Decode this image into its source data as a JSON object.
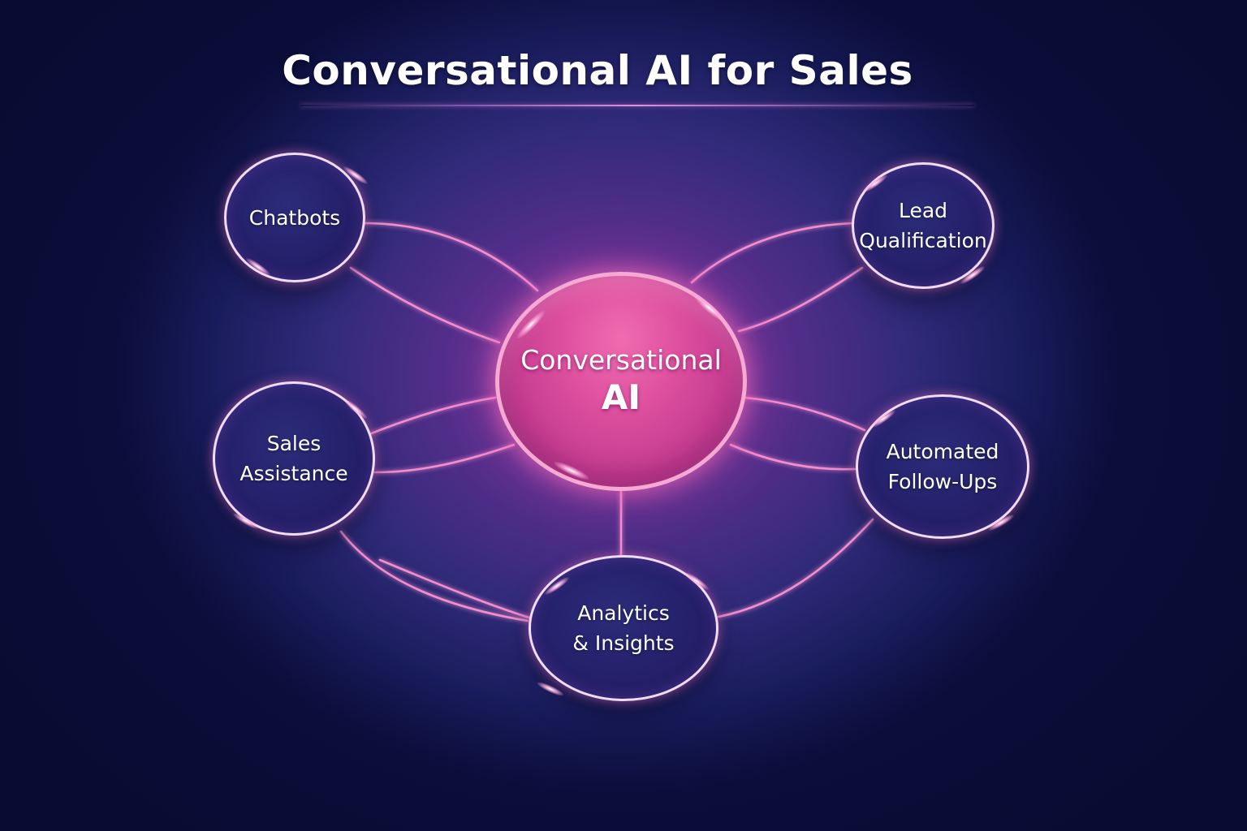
{
  "title": "Conversational AI for Sales",
  "center": {
    "line1": "Conversational",
    "line2": "AI"
  },
  "nodes": [
    {
      "id": "chatbots",
      "label": "Chatbots"
    },
    {
      "id": "lead-qualification",
      "label": "Lead\nQualification"
    },
    {
      "id": "sales-assistance",
      "label": "Sales\nAssistance"
    },
    {
      "id": "automated-follow-ups",
      "label": "Automated\nFollow-Ups"
    },
    {
      "id": "analytics-insights",
      "label": "Analytics\n& Insights"
    }
  ],
  "colors": {
    "background_dark": "#0c0f3e",
    "background_mid": "#2f2a78",
    "background_glow": "#7a3a9c",
    "center_fill": "#dd4f9e",
    "center_border": "#f6a9d3",
    "node_fill": "#241f68",
    "node_border": "#f1dcf5",
    "connector": "#ff8fcf",
    "text": "#ffffff"
  }
}
